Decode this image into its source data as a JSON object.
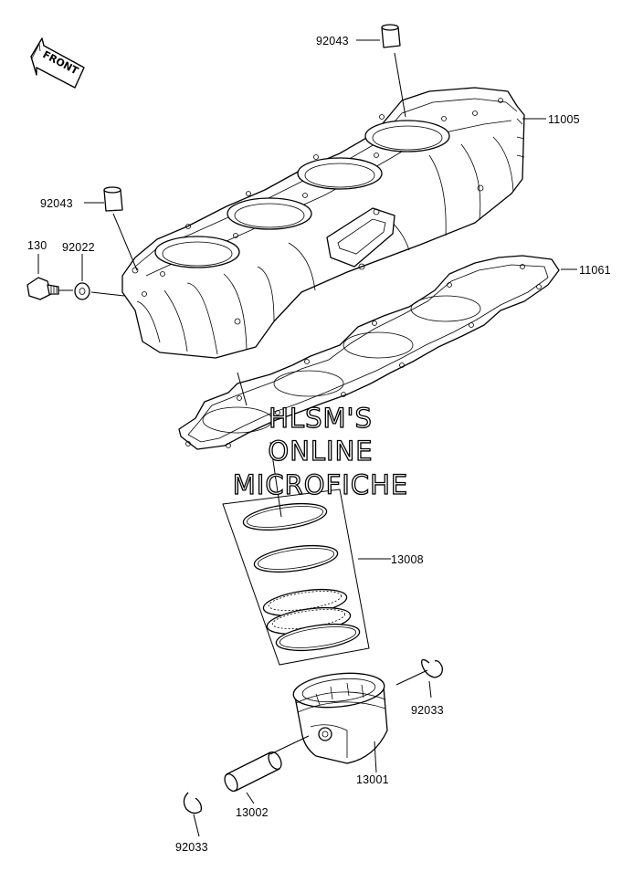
{
  "front_arrow": {
    "text": "FRONT"
  },
  "watermark": {
    "line1": "HLSM'S",
    "line2": "ONLINE",
    "line3": "MICROFICHE"
  },
  "labels": {
    "p92043_top": "92043",
    "p11005": "11005",
    "p92043_left": "92043",
    "p130": "130",
    "p92022": "92022",
    "p11061": "11061",
    "p13008": "13008",
    "p92033_right": "92033",
    "p13001": "13001",
    "p13002": "13002",
    "p92033_bottom": "92033"
  }
}
